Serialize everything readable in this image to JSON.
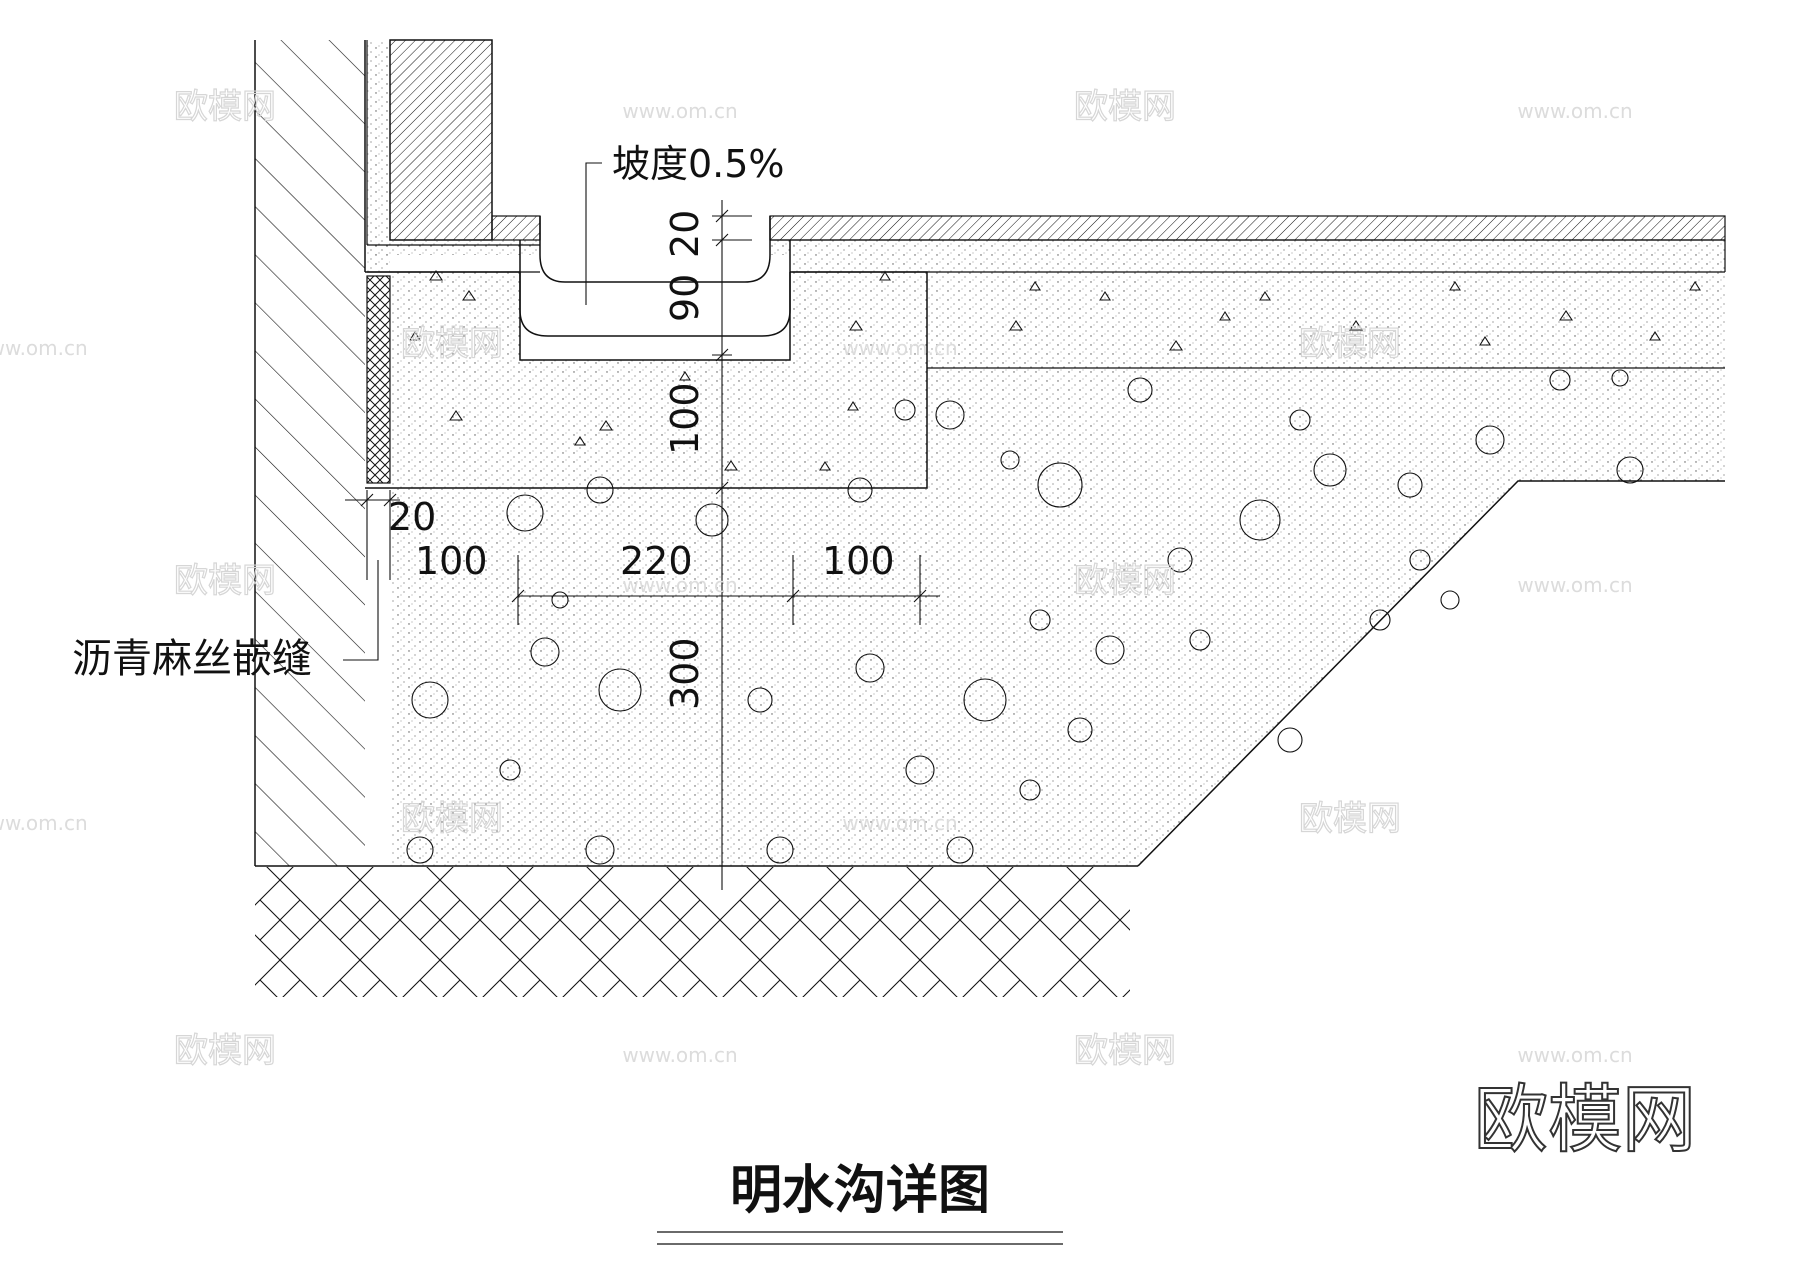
{
  "title": "明水沟详图",
  "labels": {
    "slope": "坡度0.5%",
    "joint": "沥青麻丝嵌缝"
  },
  "dimensions": {
    "d20_top": "20",
    "d90": "90",
    "d100_vert": "100",
    "d300": "300",
    "d20_side": "20",
    "d100_left": "100",
    "d220": "220",
    "d100_right": "100"
  },
  "watermarks": {
    "brand": "欧模网",
    "url": "www.om.cn"
  },
  "colors": {
    "line": "#111111",
    "watermark": "#d6d6d6",
    "brand_mark": "#333333"
  }
}
